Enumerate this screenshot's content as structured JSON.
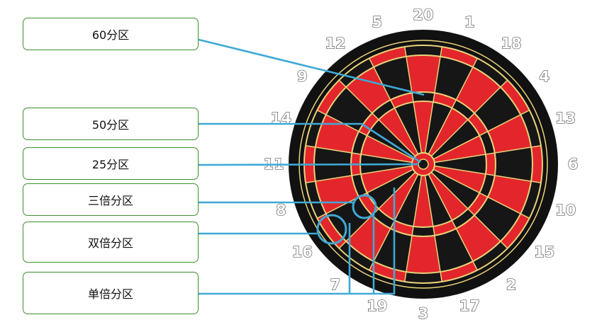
{
  "labels": {
    "sixty": "60分区",
    "fifty": "50分区",
    "twentyfive": "25分区",
    "triple": "三倍分区",
    "double": "双倍分区",
    "single": "单倍分区"
  },
  "dartboard": {
    "numbers": [
      "20",
      "1",
      "18",
      "4",
      "13",
      "6",
      "10",
      "15",
      "2",
      "17",
      "3",
      "19",
      "7",
      "16",
      "8",
      "11",
      "14",
      "9",
      "12",
      "5"
    ]
  },
  "colors": {
    "box_border": "#3d8f2e",
    "leader_line": "#3fa9d6",
    "board_black": "#111111",
    "segment_red": "#e3262b",
    "segment_black": "#161616",
    "wire": "#e9d27a",
    "bull_green": "#2e9e4a"
  }
}
